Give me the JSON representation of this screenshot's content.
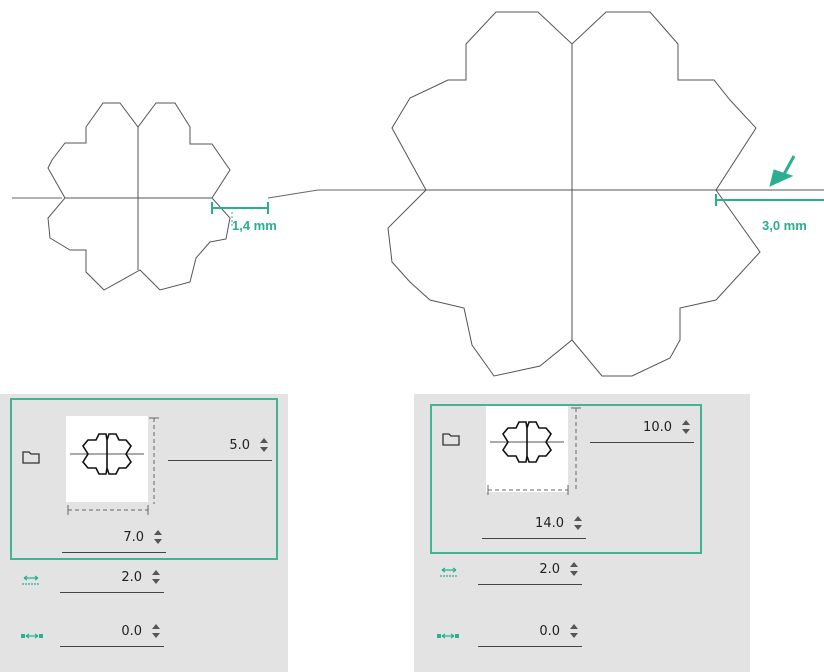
{
  "canvas": {
    "left_dimension_label": "1,4 mm",
    "right_dimension_label": "3,0 mm",
    "accent_color": "#2baf8f"
  },
  "panels": {
    "left": {
      "height_value": "5.0",
      "width_value": "7.0",
      "spacing_value": "2.0",
      "offset_value": "0.0"
    },
    "right": {
      "height_value": "10.0",
      "width_value": "14.0",
      "spacing_value": "2.0",
      "offset_value": "0.0"
    }
  },
  "icons": {
    "open": "folder-icon",
    "shape": "clover-icon",
    "spacing": "horizontal-spacing-icon",
    "offset": "offset-icon"
  }
}
